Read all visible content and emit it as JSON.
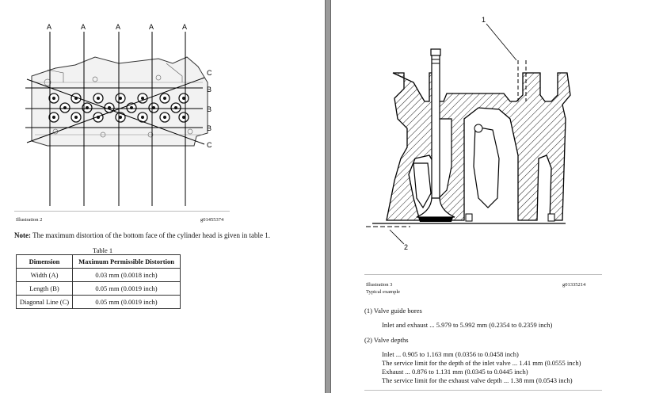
{
  "left_page": {
    "figure_labels": {
      "a": "A",
      "b": "B",
      "c": "C"
    },
    "caption": {
      "title": "Illustration 2",
      "id": "g01455374"
    },
    "note": {
      "label": "Note:",
      "text": "The maximum distortion of the bottom face of the cylinder head is given in table 1."
    },
    "table": {
      "caption": "Table 1",
      "headers": [
        "Dimension",
        "Maximum Permissible Distortion"
      ],
      "rows": [
        [
          "Width (A)",
          "0.03 mm (0.0018 inch)"
        ],
        [
          "Length (B)",
          "0.05 mm (0.0019 inch)"
        ],
        [
          "Diagonal Line (C)",
          "0.05 mm (0.0019 inch)"
        ]
      ]
    }
  },
  "right_page": {
    "figure_labels": {
      "one": "1",
      "two": "2"
    },
    "caption": {
      "title": "Illustration 3",
      "subtitle": "Typical example",
      "id": "g01335214"
    },
    "sections": [
      {
        "heading": "(1) Valve guide bores",
        "lines": [
          "Inlet and exhaust ... 5.979 to 5.992 mm (0.2354 to 0.2359 inch)"
        ]
      },
      {
        "heading": "(2) Valve depths",
        "lines": [
          "Inlet ... 0.905 to 1.163 mm (0.0356 to 0.0458 inch)",
          "The service limit for the depth of the inlet valve ... 1.41 mm (0.0555 inch)",
          "Exhaust ... 0.876 to 1.131 mm (0.0345 to 0.0445 inch)",
          "The service limit for the exhaust valve depth ... 1.38 mm (0.0543 inch)"
        ]
      }
    ]
  }
}
